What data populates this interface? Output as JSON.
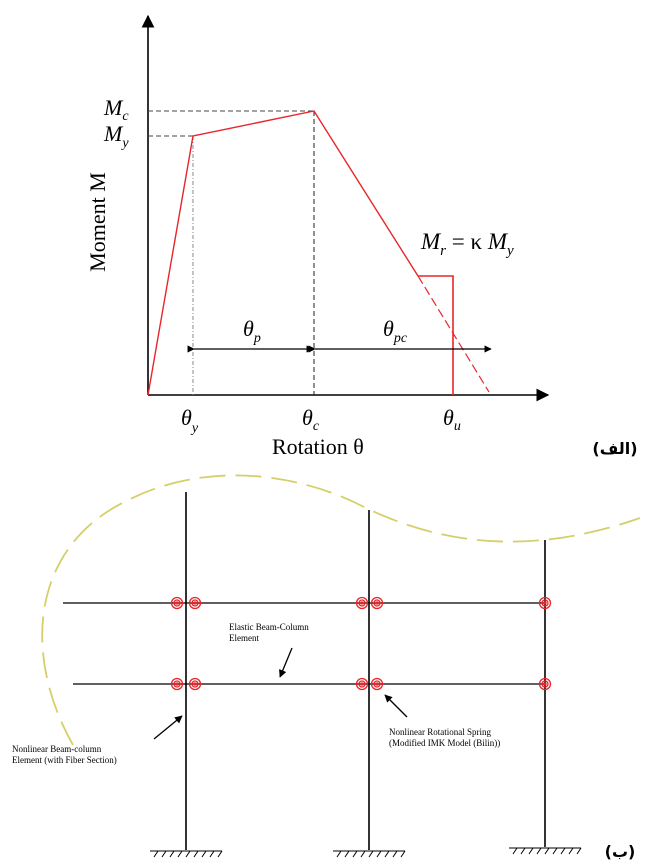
{
  "panel_a": {
    "label": "(الف)",
    "y_axis_title": "Moment M",
    "x_axis_title": "Rotation θ",
    "moment_labels": {
      "mc": {
        "main": "M",
        "sub": "c"
      },
      "my": {
        "main": "M",
        "sub": "y"
      }
    },
    "rotation_labels": {
      "theta_y": {
        "main": "θ",
        "sub": "y"
      },
      "theta_c": {
        "main": "θ",
        "sub": "c"
      },
      "theta_u": {
        "main": "θ",
        "sub": "u"
      }
    },
    "span_labels": {
      "theta_p": {
        "main": "θ",
        "sub": "p"
      },
      "theta_pc": {
        "main": "θ",
        "sub": "pc"
      }
    },
    "residual_formula": {
      "left_main": "M",
      "left_sub": "r",
      "middle": " = κ ",
      "right_main": "M",
      "right_sub": "y"
    },
    "colors": {
      "curve": "#e8262a",
      "axis": "#000000",
      "guide": "#666666"
    }
  },
  "panel_b": {
    "label": "(ب)",
    "annotations": {
      "elastic": [
        "Elastic Beam-Column",
        "Element"
      ],
      "spring": [
        "Nonlinear Rotational Spring",
        "(Modified IMK Model (Bilin))"
      ],
      "fiber": [
        "Nonlinear Beam-column",
        "Element (with Fiber Section)"
      ]
    },
    "colors": {
      "frame": "#000000",
      "spring": "#e8262a",
      "dashed_boundary": "#d4cf6a"
    }
  }
}
